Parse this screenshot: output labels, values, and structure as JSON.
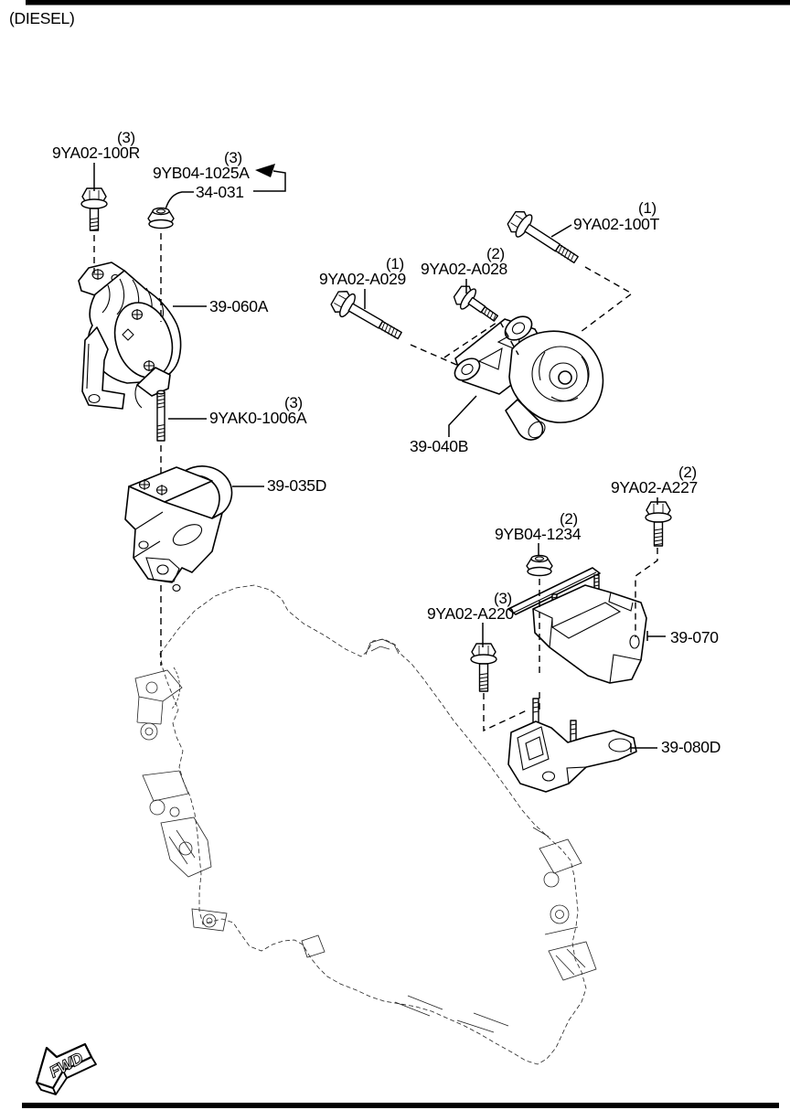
{
  "page": {
    "variant": "(DIESEL)",
    "fwd": "FWD"
  },
  "parts": [
    {
      "num": "9YA02-100R",
      "qty": "(3)"
    },
    {
      "num": "9YB04-1025A",
      "qty": "(3)"
    },
    {
      "num": "34-031",
      "qty": ""
    },
    {
      "num": "39-060A",
      "qty": ""
    },
    {
      "num": "9YAK0-1006A",
      "qty": "(3)"
    },
    {
      "num": "39-035D",
      "qty": ""
    },
    {
      "num": "9YA02-A029",
      "qty": "(1)"
    },
    {
      "num": "9YA02-A028",
      "qty": "(2)"
    },
    {
      "num": "9YA02-100T",
      "qty": "(1)"
    },
    {
      "num": "39-040B",
      "qty": ""
    },
    {
      "num": "9YA02-A227",
      "qty": "(2)"
    },
    {
      "num": "9YB04-1234",
      "qty": "(2)"
    },
    {
      "num": "9YA02-A220",
      "qty": "(3)"
    },
    {
      "num": "39-070",
      "qty": ""
    },
    {
      "num": "39-080D",
      "qty": ""
    }
  ]
}
